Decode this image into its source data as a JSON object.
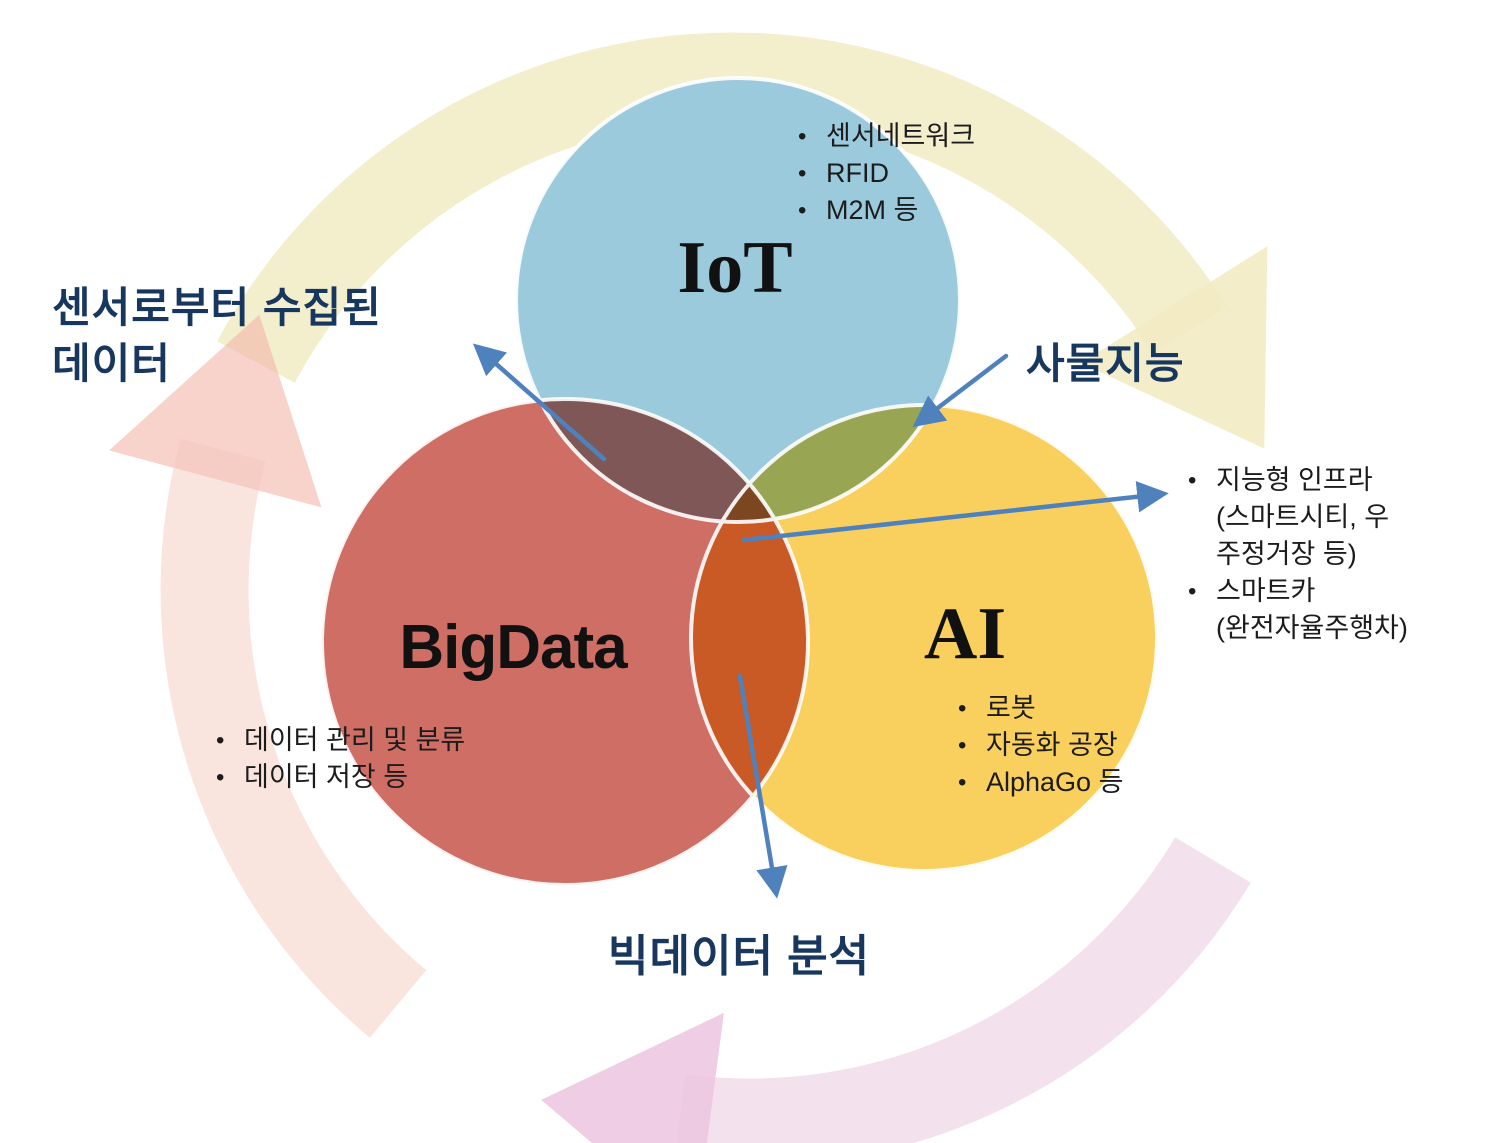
{
  "diagram": {
    "circles": {
      "iot": {
        "title": "IoT",
        "color": "#9ccadd",
        "bullets": [
          "센서네트워크",
          "RFID",
          "M2M 등"
        ]
      },
      "bigdata": {
        "title": "BigData",
        "color": "#cf6e64",
        "bullets": [
          "데이터 관리 및 분류",
          "데이터 저장 등"
        ]
      },
      "ai": {
        "title": "AI",
        "color": "#f9d05e",
        "bullets": [
          "로봇",
          "자동화 공장",
          "AlphaGo 등"
        ]
      }
    },
    "infra_list": [
      "지능형 인프라\n(스마트시티, 우\n주정거장 등)",
      "스마트카\n(완전자율주행차)"
    ],
    "labels": {
      "sensor_data": "센서로부터 수집된\n데이터",
      "iot_intelligence": "사물지능",
      "bigdata_analysis": "빅데이터 분석"
    },
    "colors": {
      "arrow": "#4f81bd",
      "label": "#17375e"
    }
  }
}
